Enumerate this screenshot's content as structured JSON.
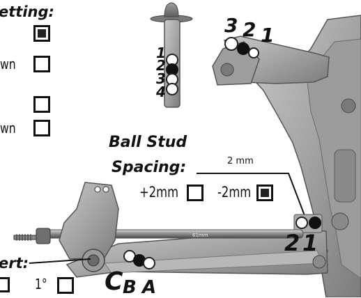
{
  "top_section": {
    "title": "etting:",
    "options": [
      {
        "label": "",
        "checked": true
      },
      {
        "label": "wn",
        "checked": false
      },
      {
        "label": "",
        "checked": false
      },
      {
        "label": "wn",
        "checked": false
      }
    ]
  },
  "stud_positions": {
    "labels": [
      "1",
      "2",
      "3",
      "4"
    ]
  },
  "upper_arm_positions": {
    "labels": [
      "3",
      "2",
      "1"
    ]
  },
  "ball_stud_spacing": {
    "title_line1": "Ball Stud",
    "title_line2": "Spacing:",
    "dimension": "2 mm",
    "option_plus": {
      "label": "+2mm",
      "checked": false
    },
    "option_minus": {
      "label": "-2mm",
      "checked": true
    }
  },
  "lower_arm_positions": {
    "labels": [
      "2",
      "1"
    ]
  },
  "turnbuckle": {
    "label": "61mm"
  },
  "bottom_section": {
    "title": "ert:",
    "option_a": {
      "label": "",
      "checked": false
    },
    "option_b": {
      "label": "1°",
      "checked": false
    },
    "letters": {
      "c": "C",
      "b": "B",
      "a": "A"
    }
  }
}
